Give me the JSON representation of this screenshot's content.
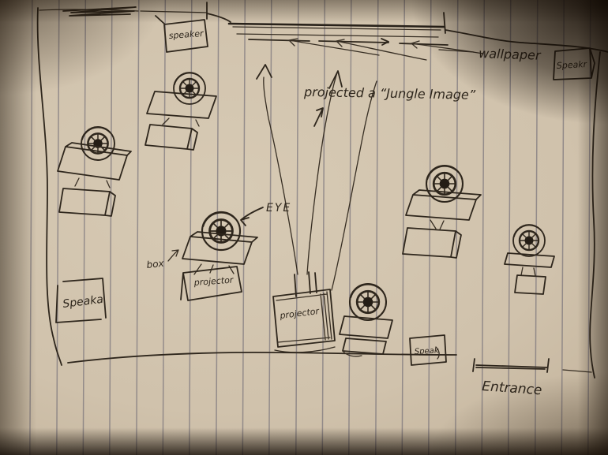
{
  "labels": {
    "speaker_top_left": "speaker",
    "wallpaper": "wallpaper",
    "speaker_top_right": "Speakr",
    "projected_caption": "projected a “Jungle Image”",
    "eye_label": "EYE",
    "box_label": "box",
    "projector_flat_label": "projector",
    "projector_center_label": "projector",
    "speaker_bottom_left": "Speaka",
    "speaker_bottom_mid": "Speak",
    "entrance_label": "Entrance"
  },
  "colors": {
    "ink": "#2e261c",
    "paper": "#d0c2ac",
    "rule_line": "#5f5c6c"
  }
}
